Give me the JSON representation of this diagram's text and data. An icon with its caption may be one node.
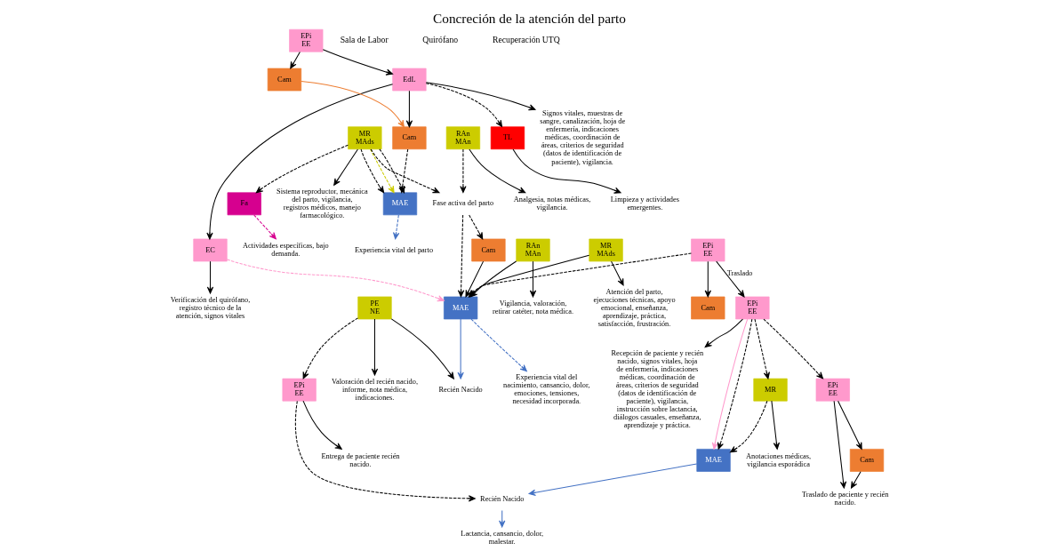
{
  "diagram": {
    "title": "Concreción de la atención del parto",
    "nodes": [
      {
        "text": [
          "EPi EE"
        ]
      },
      {
        "text": [
          "EdL"
        ]
      },
      {
        "text": [
          "Cam"
        ]
      },
      {
        "text": [
          "Cam"
        ]
      },
      {
        "text": [
          "MR MAds"
        ]
      },
      {
        "text": [
          "RAn MAn"
        ]
      },
      {
        "text": [
          "Fa"
        ]
      },
      {
        "text": [
          "MAE"
        ]
      },
      {
        "text": [
          "TL"
        ]
      },
      {
        "text": [
          "Sistema reproductor, mecánica del parto, vigilancia, registros médicos, manejo farmacológico."
        ]
      },
      {
        "text": [
          "Actividades específicas, bajo demanda."
        ]
      },
      {
        "text": [
          "Analgesia, notas médicas, vigilancia."
        ]
      },
      {
        "text": [
          "Fase activa del parto"
        ]
      },
      {
        "text": [
          "Experiencia vital del parto"
        ]
      },
      {
        "text": [
          "Signos vitales, muestras de sangre, canalización, hoja de enfermería, indicaciones médicas, coordinación de áreas, criterios de seguridad (datos de identificación de paciente), vigilancia."
        ]
      },
      {
        "text": [
          "Limpieza y actividades emergentes."
        ]
      },
      {
        "text": [
          "Cam"
        ]
      },
      {
        "text": [
          "EC"
        ]
      },
      {
        "text": [
          "MAE"
        ]
      },
      {
        "text": [
          "Verificación del quirófano, registro técnico de la atención, signos vitales"
        ]
      },
      {
        "text": [
          "Experiencia vital del nacimiento, cansancio, dolor, emociones, tensiones, necesidad incorporada."
        ]
      },
      {
        "text": [
          "Recién Nacido"
        ]
      },
      {
        "text": [
          "MR MAds"
        ]
      },
      {
        "text": [
          "RAn MAn"
        ]
      },
      {
        "text": [
          "PE NE"
        ]
      },
      {
        "text": [
          "Atención del parto, ejecuciones técnicas, apoyo emocional, enseñanza, aprendizaje, práctica, satisfacción, frustración."
        ]
      },
      {
        "text": [
          "Vigilancia, valoración, retirar catéter, nota médica."
        ]
      },
      {
        "text": [
          "Valoración del recién nacido, informe, nota médica, indicaciones."
        ]
      },
      {
        "text": [
          "EPi EE"
        ]
      },
      {
        "text": [
          "EPi EE"
        ]
      },
      {
        "text": [
          "Cam"
        ]
      },
      {
        "text": [
          "MAE"
        ]
      },
      {
        "text": [
          "Recién Nacido"
        ]
      },
      {
        "text": [
          "MR"
        ]
      },
      {
        "text": [
          "EPi EE"
        ]
      },
      {
        "text": [
          "Cam"
        ]
      },
      {
        "text": [
          "EPi EE"
        ]
      },
      {
        "text": [
          "Recepción de paciente y recién nacido, signos vitales, hoja de enfermería, indicaciones médicas, coordinación de áreas, criterios de seguridad (datos de identificación de paciente), vigilancia, instrucción sobre lactancia, diálogos casuales, enseñanza, aprendizaje y práctica."
        ]
      },
      {
        "text": [
          "Anotaciones médicas, vigilancia esporádica"
        ]
      },
      {
        "text": [
          "Traslado de paciente y recién nacido."
        ]
      },
      {
        "text": [
          "Entrega de paciente recién nacido."
        ]
      },
      {
        "text": [
          "Lactancia, cansancio, dolor, malestar."
        ]
      }
    ],
    "edges": [
      {
        "from": 0,
        "to": 1,
        "arrow": "to"
      },
      {
        "from": 0,
        "to": 2,
        "arrow": "to"
      },
      {
        "from": 1,
        "to": 3,
        "arrow": "to"
      },
      {
        "from": 2,
        "to": 3,
        "arrow": "to",
        "color": "#ed7d31"
      },
      {
        "from": 1,
        "to": 14,
        "arrow": "to"
      },
      {
        "from": 1,
        "to": 17,
        "arrow": "to"
      },
      {
        "from": 1,
        "to": 8,
        "arrow": "to",
        "style": "dashed"
      },
      {
        "from": 3,
        "to": 7,
        "arrow": "to",
        "style": "dashed"
      },
      {
        "from": 4,
        "to": 9,
        "arrow": "to"
      },
      {
        "from": 4,
        "to": 6,
        "arrow": "to",
        "style": "dashed"
      },
      {
        "from": 6,
        "to": 10,
        "arrow": "to",
        "style": "dashed",
        "color": "#d6008f"
      },
      {
        "from": 4,
        "to": 7,
        "arrow": "to",
        "style": "dashed"
      },
      {
        "from": 4,
        "to": 7,
        "arrow": "to",
        "style": "dashed",
        "color": "#cccc00"
      },
      {
        "from": 4,
        "to": 7,
        "arrow": "to",
        "style": "dashed"
      },
      {
        "from": 4,
        "to": 12,
        "arrow": "to",
        "style": "dashed"
      },
      {
        "from": 5,
        "to": 11,
        "arrow": "to"
      },
      {
        "from": 5,
        "to": 12,
        "arrow": "to",
        "style": "dashed"
      },
      {
        "from": 7,
        "to": 13,
        "arrow": "to",
        "style": "dashed",
        "color": "#4472c4"
      },
      {
        "from": 12,
        "to": 18,
        "arrow": "to",
        "style": "dashed"
      },
      {
        "from": 12,
        "to": 16,
        "arrow": "to",
        "style": "dashed"
      },
      {
        "from": 16,
        "to": 18,
        "arrow": "to"
      },
      {
        "from": 8,
        "to": 15,
        "arrow": "to"
      },
      {
        "from": 17,
        "to": 19,
        "arrow": "to"
      },
      {
        "from": 17,
        "to": 18,
        "arrow": "to",
        "style": "dashed",
        "color": "#ff99cc"
      },
      {
        "from": 18,
        "to": 20,
        "arrow": "to",
        "style": "dashed",
        "color": "#4472c4"
      },
      {
        "from": 18,
        "to": 21,
        "arrow": "to",
        "color": "#4472c4"
      },
      {
        "from": 28,
        "to": 18,
        "arrow": "to",
        "style": "dashed"
      },
      {
        "from": 22,
        "to": 18,
        "arrow": "to"
      },
      {
        "from": 23,
        "to": 18,
        "arrow": "to"
      },
      {
        "from": 22,
        "to": 25,
        "arrow": "to"
      },
      {
        "from": 23,
        "to": 26,
        "arrow": "to"
      },
      {
        "from": 24,
        "to": 21,
        "arrow": "to"
      },
      {
        "from": 24,
        "to": 27,
        "arrow": "to"
      },
      {
        "from": 24,
        "to": 36,
        "arrow": "to",
        "style": "dashed"
      },
      {
        "from": 28,
        "to": 29,
        "arrow": "to",
        "label": "Traslado"
      },
      {
        "from": 28,
        "to": 30,
        "arrow": "to"
      },
      {
        "from": 29,
        "to": 37,
        "arrow": "to"
      },
      {
        "from": 29,
        "to": 31,
        "arrow": "to",
        "color": "#ff99cc"
      },
      {
        "from": 29,
        "to": 31,
        "arrow": "to",
        "style": "dashed"
      },
      {
        "from": 29,
        "to": 34,
        "arrow": "to",
        "style": "dashed"
      },
      {
        "from": 29,
        "to": 33,
        "arrow": "to",
        "style": "dashed"
      },
      {
        "from": 33,
        "to": 31,
        "arrow": "to",
        "style": "dashed"
      },
      {
        "from": 33,
        "to": 38,
        "arrow": "to"
      },
      {
        "from": 31,
        "to": 32,
        "arrow": "to",
        "color": "#4472c4"
      },
      {
        "from": 36,
        "to": 32,
        "arrow": "to",
        "style": "dashed"
      },
      {
        "from": 32,
        "to": 41,
        "arrow": "to",
        "color": "#4472c4"
      },
      {
        "from": 36,
        "to": 40,
        "arrow": "to"
      },
      {
        "from": 34,
        "to": 39,
        "arrow": "to"
      },
      {
        "from": 34,
        "to": 35,
        "arrow": "to"
      },
      {
        "from": 35,
        "to": 39,
        "arrow": "to"
      }
    ],
    "labels": [
      "Sala de Labor",
      "Quirófano",
      "Recuperación UTQ"
    ]
  }
}
